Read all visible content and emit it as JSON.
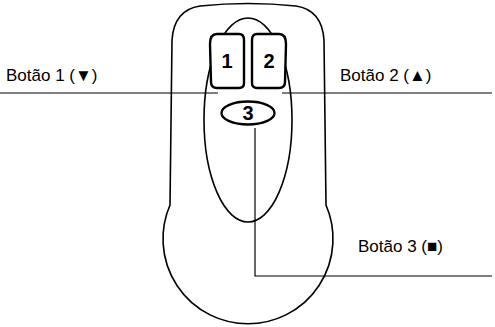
{
  "diagram": {
    "nodes": [
      {
        "text": [
          "1"
        ]
      },
      {
        "text": [
          "2"
        ]
      },
      {
        "text": [
          "3"
        ]
      }
    ],
    "labels": [
      "Botão 1 (▼)",
      "Botão 2 (▲)",
      "Botão 3 (■)"
    ]
  }
}
